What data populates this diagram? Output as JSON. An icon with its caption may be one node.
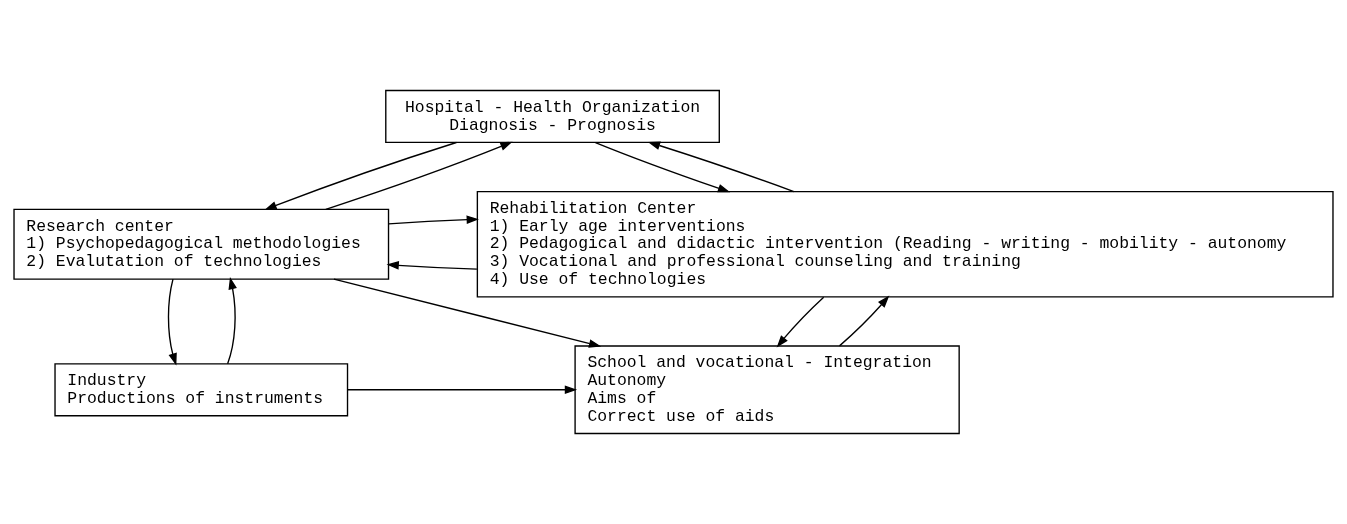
{
  "diagram": {
    "nodes": [
      {
        "text": [
          "Hospital - Health Organization",
          "Diagnosis - Prognosis"
        ]
      },
      {
        "text": [
          "Research center",
          "1) Psychopedagogical methodologies",
          "2) Evalutation of technologies"
        ]
      },
      {
        "text": [
          "Rehabilitation Center",
          "1) Early age interventions",
          "2) Pedagogical and didactic intervention (Reading - writing - mobility - autonomy",
          "3) Vocational and professional counseling and training",
          "4) Use of technologies"
        ]
      },
      {
        "text": [
          "Industry",
          "Productions of instruments"
        ]
      },
      {
        "text": [
          "School and vocational - Integration",
          "Autonomy",
          "Aims of",
          "Correct use of aids"
        ]
      }
    ],
    "edges": [
      {
        "from": 1,
        "to": 0,
        "arrow": "to"
      },
      {
        "from": 0,
        "to": 1,
        "arrow": "to"
      },
      {
        "from": 0,
        "to": 2,
        "arrow": "to"
      },
      {
        "from": 2,
        "to": 0,
        "arrow": "to"
      },
      {
        "from": 2,
        "to": 1,
        "arrow": "to"
      },
      {
        "from": 1,
        "to": 2,
        "arrow": "to"
      },
      {
        "from": 3,
        "to": 1,
        "arrow": "to"
      },
      {
        "from": 1,
        "to": 3,
        "arrow": "to"
      },
      {
        "from": 1,
        "to": 4,
        "arrow": "to"
      },
      {
        "from": 3,
        "to": 4,
        "arrow": "to"
      },
      {
        "from": 4,
        "to": 2,
        "arrow": "to"
      },
      {
        "from": 2,
        "to": 4,
        "arrow": "to"
      }
    ]
  }
}
